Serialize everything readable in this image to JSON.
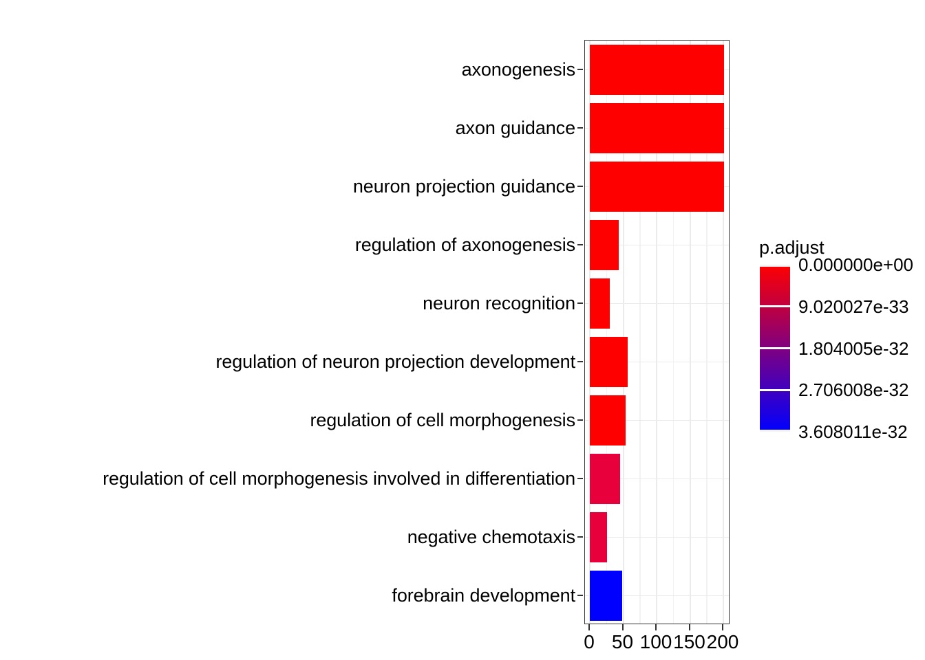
{
  "chart_data": {
    "type": "bar",
    "orientation": "horizontal",
    "title": "",
    "xlabel": "",
    "ylabel": "",
    "xlim": [
      0,
      217
    ],
    "xticks": [
      0,
      50,
      100,
      150,
      200
    ],
    "xtick_labels": [
      "0",
      "50",
      "100",
      "150",
      "200"
    ],
    "grid": true,
    "grid_axis": "both",
    "legend": {
      "title": "p.adjust",
      "position": "right",
      "type": "continuous-colorbar",
      "gradient_high_color": "#FF0000",
      "gradient_low_color": "#0000FF",
      "ticks": [
        "0.000000e+00",
        "9.020027e-33",
        "1.804005e-32",
        "2.706008e-32",
        "3.608011e-32"
      ]
    },
    "categories": [
      "axonogenesis",
      "axon guidance",
      "neuron projection guidance",
      "regulation of axonogenesis",
      "neuron recognition",
      "regulation of neuron projection development",
      "regulation of cell morphogenesis",
      "regulation of cell morphogenesis involved in differentiation",
      "negative chemotaxis",
      "forebrain development"
    ],
    "values": [
      201,
      201,
      201,
      43,
      30,
      57,
      54,
      45,
      26,
      48
    ],
    "bar_colors": [
      "#FF0000",
      "#FF0000",
      "#FF0000",
      "#FF0000",
      "#FF0000",
      "#FF0000",
      "#FF0000",
      "#E8003C",
      "#E8003C",
      "#0000FF"
    ],
    "p_adjust_values": [
      "0.000000e+00",
      "0.000000e+00",
      "0.000000e+00",
      "0.000000e+00",
      "0.000000e+00",
      "0.000000e+00",
      "0.000000e+00",
      "4.0e-33",
      "4.0e-33",
      "3.608011e-32"
    ]
  }
}
